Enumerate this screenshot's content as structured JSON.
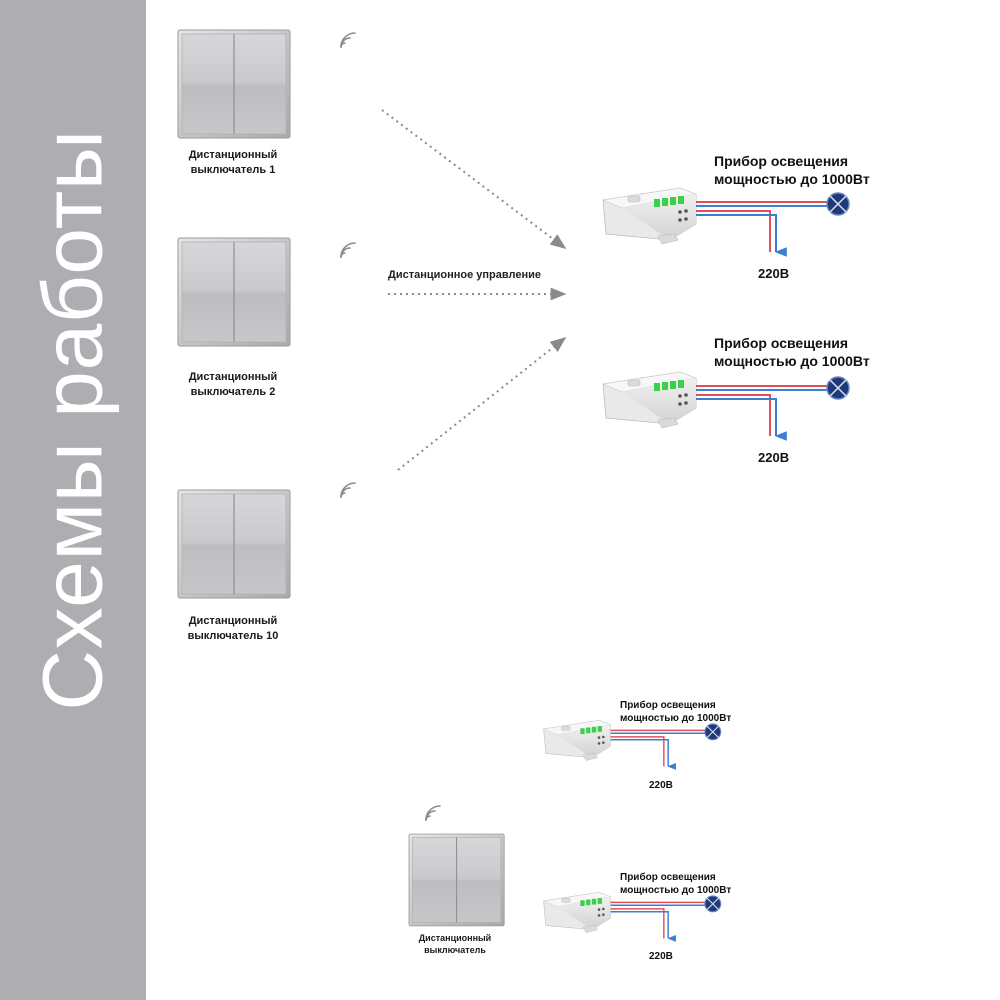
{
  "sidebar": {
    "title": "Схемы работы"
  },
  "remote_label": "Дистанционное управление",
  "switches": [
    {
      "line1": "Дистанционный",
      "line2": "выключатель 1"
    },
    {
      "line1": "Дистанционный",
      "line2": "выключатель 2"
    },
    {
      "line1": "Дистанционный",
      "line2": "выключатель 10"
    }
  ],
  "receivers": [
    {
      "heading1": "Прибор освещения",
      "heading2": "мощностью до 1000Вт",
      "voltage": "220В"
    },
    {
      "heading1": "Прибор освещения",
      "heading2": "мощностью до 1000Вт",
      "voltage": "220В"
    }
  ],
  "second_scheme": {
    "switch": {
      "line1": "Дистанционный",
      "line2": "выключатель"
    },
    "receivers": [
      {
        "heading1": "Прибор освещения",
        "heading2": "мощностью до 1000Вт",
        "voltage": "220В"
      },
      {
        "heading1": "Прибор освещения",
        "heading2": "мощностью до 1000Вт",
        "voltage": "220В"
      }
    ]
  },
  "colors": {
    "sidebar": "#aeadb2",
    "wire_red": "#e0505a",
    "wire_blue": "#3a7fd0",
    "lamp": "#1f3a78",
    "led_green": "#3ecf4a"
  }
}
